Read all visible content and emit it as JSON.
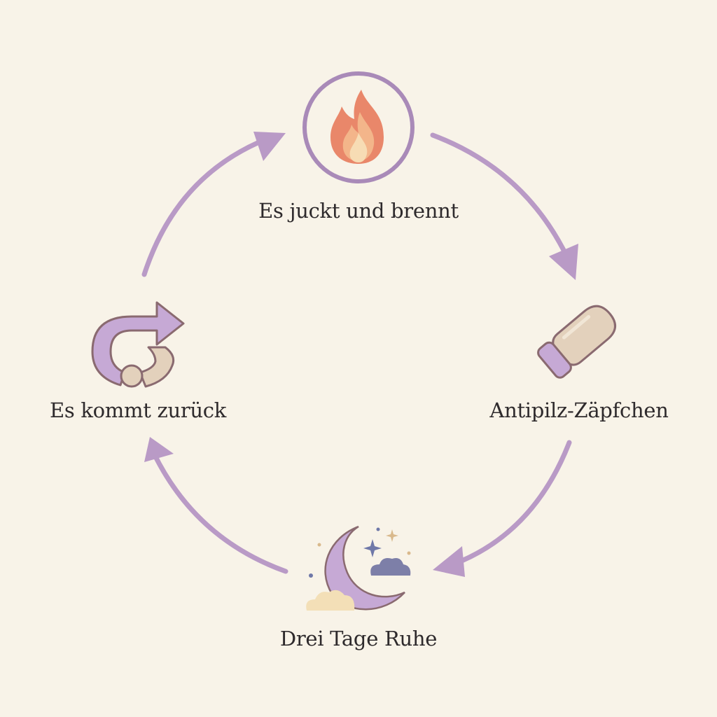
{
  "colors": {
    "background": "#f8f3e8",
    "arrow": "#b99ac6",
    "text": "#2e2a2c",
    "icon_ring": "#a98ab8",
    "lilac": "#c6a9d5",
    "outline": "#8a6a70",
    "beige": "#e3d1bc",
    "flame_outer": "#e9876a",
    "flame_inner": "#f3b58a",
    "flame_core": "#f7dcb4",
    "cloud_blue": "#7d7fa8",
    "cloud_cream": "#f3dfb7",
    "star_blue": "#6f78a8",
    "star_gold": "#d9b98c"
  },
  "stages": [
    {
      "id": "itch",
      "label": "Es juckt und brennt",
      "icon": "flame-icon"
    },
    {
      "id": "treatment",
      "label": "Antipilz-Zäpfchen",
      "icon": "suppository-icon"
    },
    {
      "id": "rest",
      "label": "Drei Tage Ruhe",
      "icon": "moon-cloud-icon"
    },
    {
      "id": "recurrence",
      "label": "Es kommt zurück",
      "icon": "return-arrow-icon"
    }
  ]
}
